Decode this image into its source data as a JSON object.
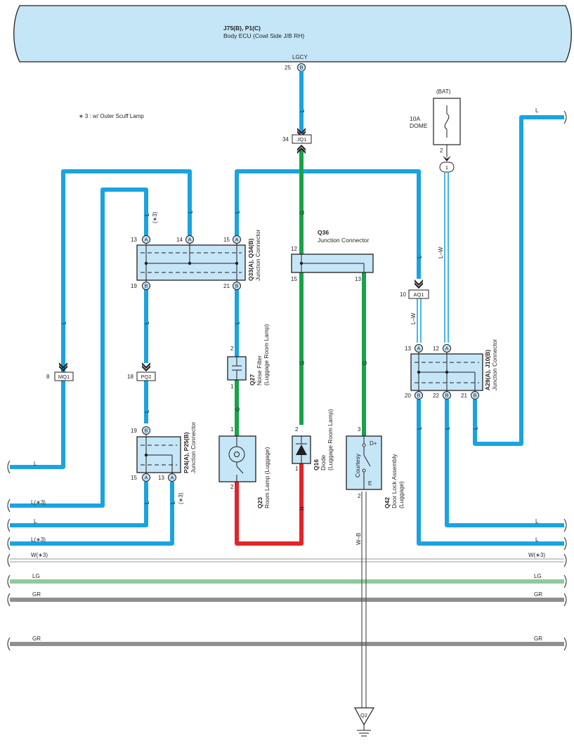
{
  "ecu": {
    "id": "J75(B), P1(C)",
    "name": "Body ECU (Cowl Side J/B RH)",
    "pin": "25",
    "conn": "B",
    "signal": "LGCY"
  },
  "note": "∗ 3 : w/ Outer Scuff Lamp",
  "colors": {
    "L": "#1aa3e0",
    "G": "#17a34a",
    "R": "#e3242b",
    "LG": "#8ccb9b",
    "GR": "#8f8f8f",
    "box": "#c5e6f7"
  },
  "fuse": {
    "source": "(BAT)",
    "rating": "10A",
    "name": "DOME",
    "pin": "2",
    "conn_pin": "1",
    "wire": "L–W"
  },
  "connectors": {
    "jq1": {
      "id": "JQ1",
      "pin": "34"
    },
    "aq1": {
      "id": "AQ1",
      "pin": "10"
    },
    "mq1": {
      "id": "MQ1",
      "pin": "8"
    },
    "pq2": {
      "id": "PQ2",
      "pin": "18"
    }
  },
  "q33": {
    "id": "Q33(A), Q34(B)",
    "name": "Junction Connector",
    "pins": [
      {
        "num": "13",
        "conn": "A"
      },
      {
        "num": "14",
        "conn": "A"
      },
      {
        "num": "15",
        "conn": "A"
      },
      {
        "num": "19",
        "conn": "B"
      },
      {
        "num": "21",
        "conn": "B"
      }
    ]
  },
  "q36": {
    "id": "Q36",
    "name": "Junction Connector",
    "pins": [
      "12",
      "15",
      "13"
    ]
  },
  "a29": {
    "id": "A29(A), J10(B)",
    "name": "Junction Connector",
    "pins": [
      {
        "num": "13",
        "conn": "A"
      },
      {
        "num": "12",
        "conn": "A"
      },
      {
        "num": "20",
        "conn": "B"
      },
      {
        "num": "22",
        "conn": "B"
      },
      {
        "num": "21",
        "conn": "B"
      }
    ]
  },
  "p24": {
    "id": "P24(A), P25(B)",
    "name": "Junction Connector",
    "pins": [
      {
        "num": "19",
        "conn": "B"
      },
      {
        "num": "15",
        "conn": "A"
      },
      {
        "num": "13",
        "conn": "A"
      }
    ]
  },
  "q27": {
    "id": "Q27",
    "name": "Noise Filter",
    "sub": "(Luggage Room Lamp)",
    "pin_top": "2",
    "pin_bot": "1"
  },
  "q23": {
    "id": "Q23",
    "name": "Room Lamp (Luggage)",
    "pin_top": "1",
    "pin_bot": "2"
  },
  "q16": {
    "id": "Q16",
    "name": "Diode",
    "sub": "(Luggage Room Lamp)",
    "pin_top": "2",
    "pin_bot": "1"
  },
  "q42": {
    "id": "Q42",
    "name": "Door Lock Assembly",
    "sub": "(Luggage)",
    "pin_top": "3",
    "pin_bot": "2",
    "switch_label": "Courtesy",
    "term_top": "D+",
    "term_bot": "E"
  },
  "ground": {
    "id": "Q2"
  },
  "wire_labels": {
    "l": "L",
    "l3": "L(∗3)",
    "star3": "(∗3)",
    "g": "G",
    "r": "R",
    "lw": "L–W",
    "wb": "W–B",
    "w3": "W(∗3)",
    "lg": "LG",
    "gr": "GR"
  }
}
